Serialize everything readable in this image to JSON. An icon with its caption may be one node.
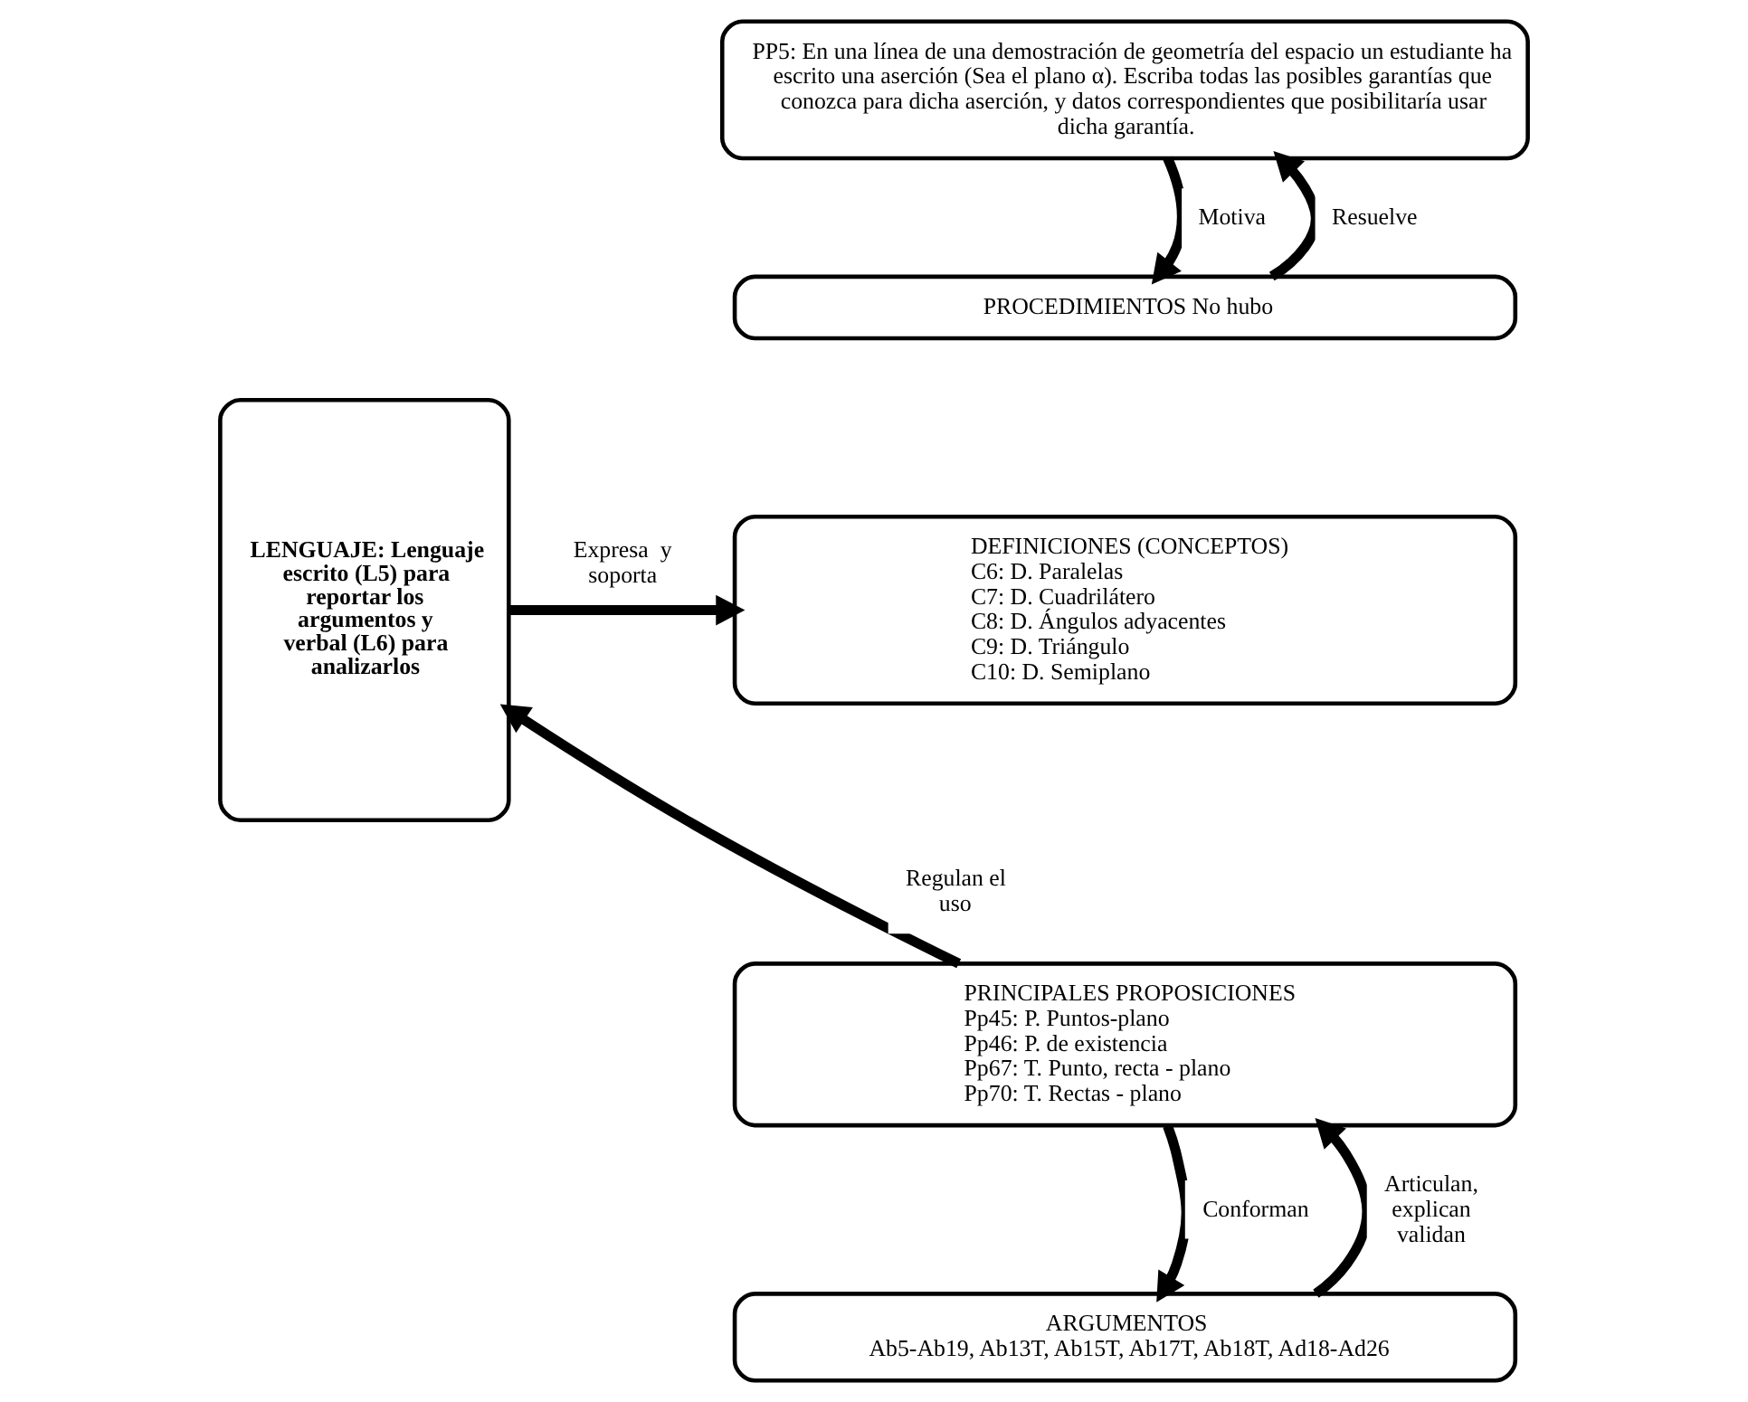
{
  "diagram": {
    "nodes": [
      {
        "text": [
          "PP5: En una línea de una demostración de geometría del espacio un estudiante ha escrito una aserción (Sea el plano α). Escriba todas las posibles garantías que conozca para dicha aserción, y datos correspondientes que posibilitaría usar dicha garantía."
        ]
      },
      {
        "text": [
          "LENGUAJE: Lenguaje escrito (L5) para reportar los argumentos y verbal (L6) para analizarlos"
        ]
      },
      {
        "text": [
          "PROCEDIMIENTOS No hubo"
        ]
      },
      {
        "text": [
          "DEFINICIONES (CONCEPTOS)",
          "C6: D. Paralelas",
          "C7: D. Cuadrilátero",
          "C8: D. Ángulos adyacentes",
          "C9: D. Triángulo",
          "C10: D. Semiplano"
        ]
      },
      {
        "text": [
          "PRINCIPALES PROPOSICIONES",
          "Pp45: P. Puntos-plano",
          "Pp46: P. de existencia",
          "Pp67: T. Punto, recta - plano",
          "Pp70: T. Rectas - plano"
        ]
      },
      {
        "text": [
          "ARGUMENTOS",
          "Ab5-Ab19, Ab13T, Ab15T, Ab17T, Ab18T, Ad18-Ad26"
        ]
      }
    ],
    "edges": [
      {
        "from": 0,
        "to": 2,
        "arrow": "to",
        "label": "Motiva"
      },
      {
        "from": 2,
        "to": 0,
        "arrow": "to",
        "label": "Resuelve"
      },
      {
        "from": 1,
        "to": 3,
        "arrow": "to",
        "label": "Expresa  y soporta"
      },
      {
        "from": 4,
        "to": 1,
        "arrow": "to",
        "label": "Regulan el uso"
      },
      {
        "from": 4,
        "to": 5,
        "arrow": "to",
        "label": "Conforman"
      },
      {
        "from": 5,
        "to": 4,
        "arrow": "to",
        "label": "Articulan, explican validan"
      }
    ]
  }
}
